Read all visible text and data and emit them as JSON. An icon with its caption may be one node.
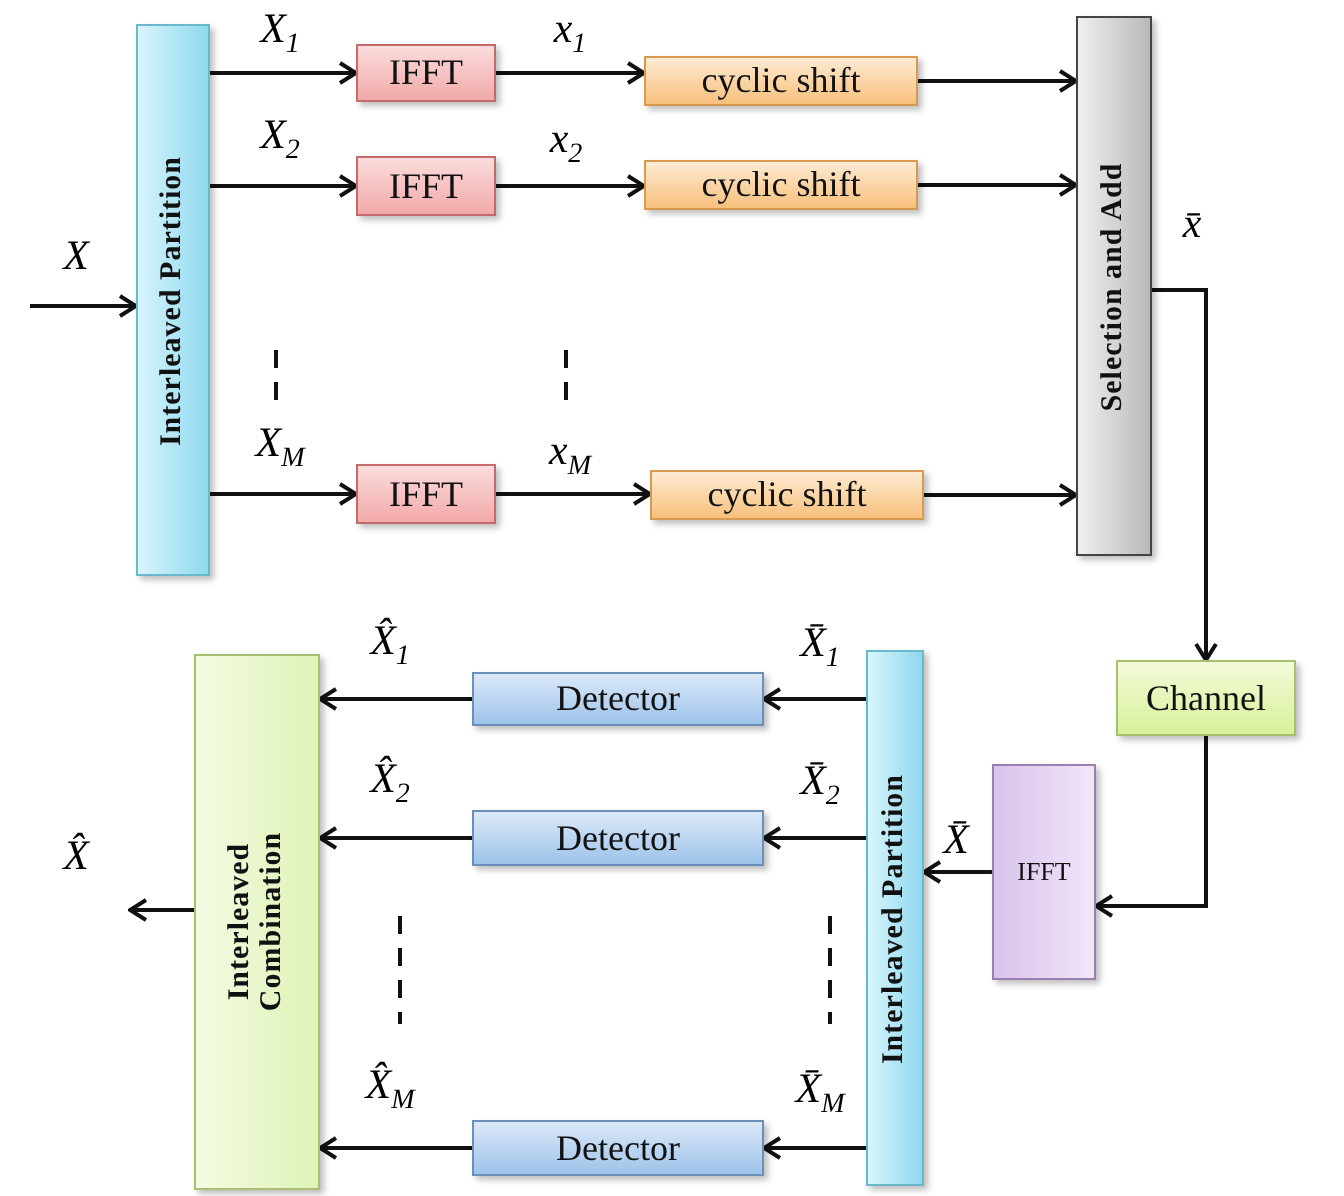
{
  "diagram": {
    "nodes": [
      {
        "text": [
          "Interleaved Partition"
        ]
      },
      {
        "text": [
          "IFFT"
        ]
      },
      {
        "text": [
          "IFFT"
        ]
      },
      {
        "text": [
          "IFFT"
        ]
      },
      {
        "text": [
          "cyclic shift"
        ]
      },
      {
        "text": [
          "cyclic shift"
        ]
      },
      {
        "text": [
          "cyclic shift"
        ]
      },
      {
        "text": [
          "Selection and Add"
        ]
      },
      {
        "text": [
          "Channel"
        ]
      },
      {
        "text": [
          "IFFT"
        ]
      },
      {
        "text": [
          "Interleaved Partition"
        ]
      },
      {
        "text": [
          "Detector"
        ]
      },
      {
        "text": [
          "Detector"
        ]
      },
      {
        "text": [
          "Detector"
        ]
      },
      {
        "text": [
          "Interleaved Combination"
        ]
      }
    ],
    "edges": [
      {
        "from": null,
        "to": 0,
        "arrow": "to",
        "label": "X"
      },
      {
        "from": 0,
        "to": 1,
        "arrow": "to",
        "label": "X$_{1}$"
      },
      {
        "from": 0,
        "to": 2,
        "arrow": "to",
        "label": "X$_{2}$"
      },
      {
        "from": 0,
        "to": 3,
        "arrow": "to",
        "label": "X$_{M}$"
      },
      {
        "from": 1,
        "to": 4,
        "arrow": "to",
        "label": "x$_{1}$"
      },
      {
        "from": 2,
        "to": 5,
        "arrow": "to",
        "label": "x$_{2}$"
      },
      {
        "from": 3,
        "to": 6,
        "arrow": "to",
        "label": "x$_{M}$"
      },
      {
        "from": 4,
        "to": 7,
        "arrow": "to"
      },
      {
        "from": 5,
        "to": 7,
        "arrow": "to"
      },
      {
        "from": 6,
        "to": 7,
        "arrow": "to"
      },
      {
        "from": 7,
        "to": 8,
        "arrow": "to",
        "label": "x̄"
      },
      {
        "from": 8,
        "to": 9,
        "arrow": "to"
      },
      {
        "from": 9,
        "to": 10,
        "arrow": "to",
        "label": "X̄"
      },
      {
        "from": 10,
        "to": 11,
        "arrow": "to",
        "label": "X̄$_{1}$"
      },
      {
        "from": 10,
        "to": 12,
        "arrow": "to",
        "label": "X̄$_{2}$"
      },
      {
        "from": 10,
        "to": 13,
        "arrow": "to",
        "label": "X̄$_{M}$"
      },
      {
        "from": 11,
        "to": 14,
        "arrow": "to",
        "label": "X̂$_{1}$"
      },
      {
        "from": 12,
        "to": 14,
        "arrow": "to",
        "label": "X̂$_{2}$"
      },
      {
        "from": 13,
        "to": 14,
        "arrow": "to",
        "label": "X̂$_{M}$"
      },
      {
        "from": 14,
        "to": null,
        "arrow": "to",
        "label": "X̂"
      }
    ]
  }
}
